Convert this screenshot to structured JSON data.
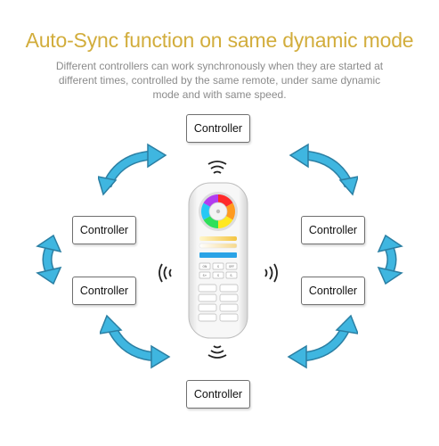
{
  "header": {
    "title_plain": "Auto-Sync function on ",
    "title_highlight": "same dynamic mode",
    "description": "Different controllers can work synchronously when they are started at different times, controlled by the same remote, under same dynamic mode and with same speed."
  },
  "controllers": [
    {
      "label": "Controller"
    },
    {
      "label": "Controller"
    },
    {
      "label": "Controller"
    },
    {
      "label": "Controller"
    },
    {
      "label": "Controller"
    },
    {
      "label": "Controller"
    }
  ],
  "remote": {
    "button_row1": [
      "ON",
      "S",
      "OFF"
    ],
    "button_row2": [
      "S+",
      "S",
      "S-"
    ]
  },
  "colors": {
    "title_gold": "#d2ad3c",
    "title_dark": "#555555",
    "arrow_blue": "#3fb6e0",
    "text_gray": "#8b8b8b"
  }
}
